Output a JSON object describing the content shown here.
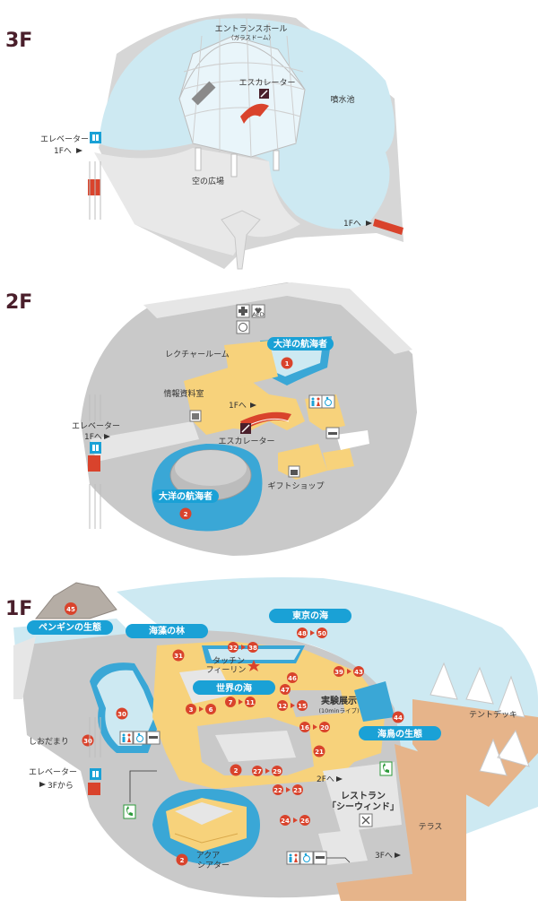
{
  "colors": {
    "water": "#cde9f2",
    "water_dark": "#3aa7d6",
    "floor_gray": "#c9c9c9",
    "wall_gray": "#e6e6e6",
    "floor_yellow": "#f7d27b",
    "zone_blue": "#1aa1d6",
    "badge_red": "#d9432c",
    "floor_label": "#4a1f2b",
    "wood": "#e6b48a"
  },
  "floor3": {
    "label": "3F",
    "entrance_hall": "エントランスホール",
    "entrance_hall_sub": "（ガラスドーム）",
    "escalator": "エスカレーター",
    "fountain": "噴水池",
    "elevator": "エレベーター",
    "elevator_to": "1Fへ",
    "sky_plaza": "空の広場",
    "stairs_to": "1Fへ"
  },
  "floor2": {
    "label": "2F",
    "lecture_room": "レクチャールーム",
    "info_room": "情報資料室",
    "ocean_navigator_top": "大洋の航海者",
    "ocean_navigator_top_no": "1",
    "to_1f": "1Fへ",
    "escalator": "エスカレーター",
    "elevator": "エレベーター",
    "elevator_to": "1Fへ",
    "ocean_navigator_bottom": "大洋の航海者",
    "ocean_navigator_bottom_no": "2",
    "gift_shop": "ギフトショップ",
    "aed_icon_text": "AED"
  },
  "floor1": {
    "label": "1F",
    "penguin": "ペンギンの生態",
    "penguin_no": "45",
    "kelp": "海藻の林",
    "kelp_no": "31",
    "tokyo_sea": "東京の海",
    "tokyo_no_a": "48",
    "tokyo_no_b": "50",
    "kelp_range_a": "32",
    "kelp_range_b": "38",
    "touch": "タッチン",
    "touch2": "フィーリン",
    "range_39": "39",
    "range_43": "43",
    "world_sea": "世界の海",
    "w3": "3",
    "w6": "6",
    "w7": "7",
    "w11": "11",
    "w12": "12",
    "w15": "15",
    "w46": "46",
    "w47": "47",
    "experiment": "実験展示",
    "experiment_sub": "(10minライブ)",
    "w16": "16",
    "w20": "20",
    "n44": "44",
    "seabird": "海鳥の生態",
    "n30": "30",
    "tidepool": "しおだまり",
    "tidepool_no": "30",
    "elevator": "エレベーター",
    "elevator_from": "3Fから",
    "n21": "21",
    "n2": "2",
    "n27": "27",
    "n29": "29",
    "n22": "22",
    "n23": "23",
    "n24": "24",
    "n26": "26",
    "to_2f": "2Fへ",
    "restaurant": "レストラン",
    "restaurant_name": "「シーウィンド」",
    "tent_deck": "テントデッキ",
    "terrace": "テラス",
    "aqua_theater": "アクア",
    "aqua_theater2": "シアター",
    "aqua_no": "2",
    "to_3f": "3Fへ"
  }
}
